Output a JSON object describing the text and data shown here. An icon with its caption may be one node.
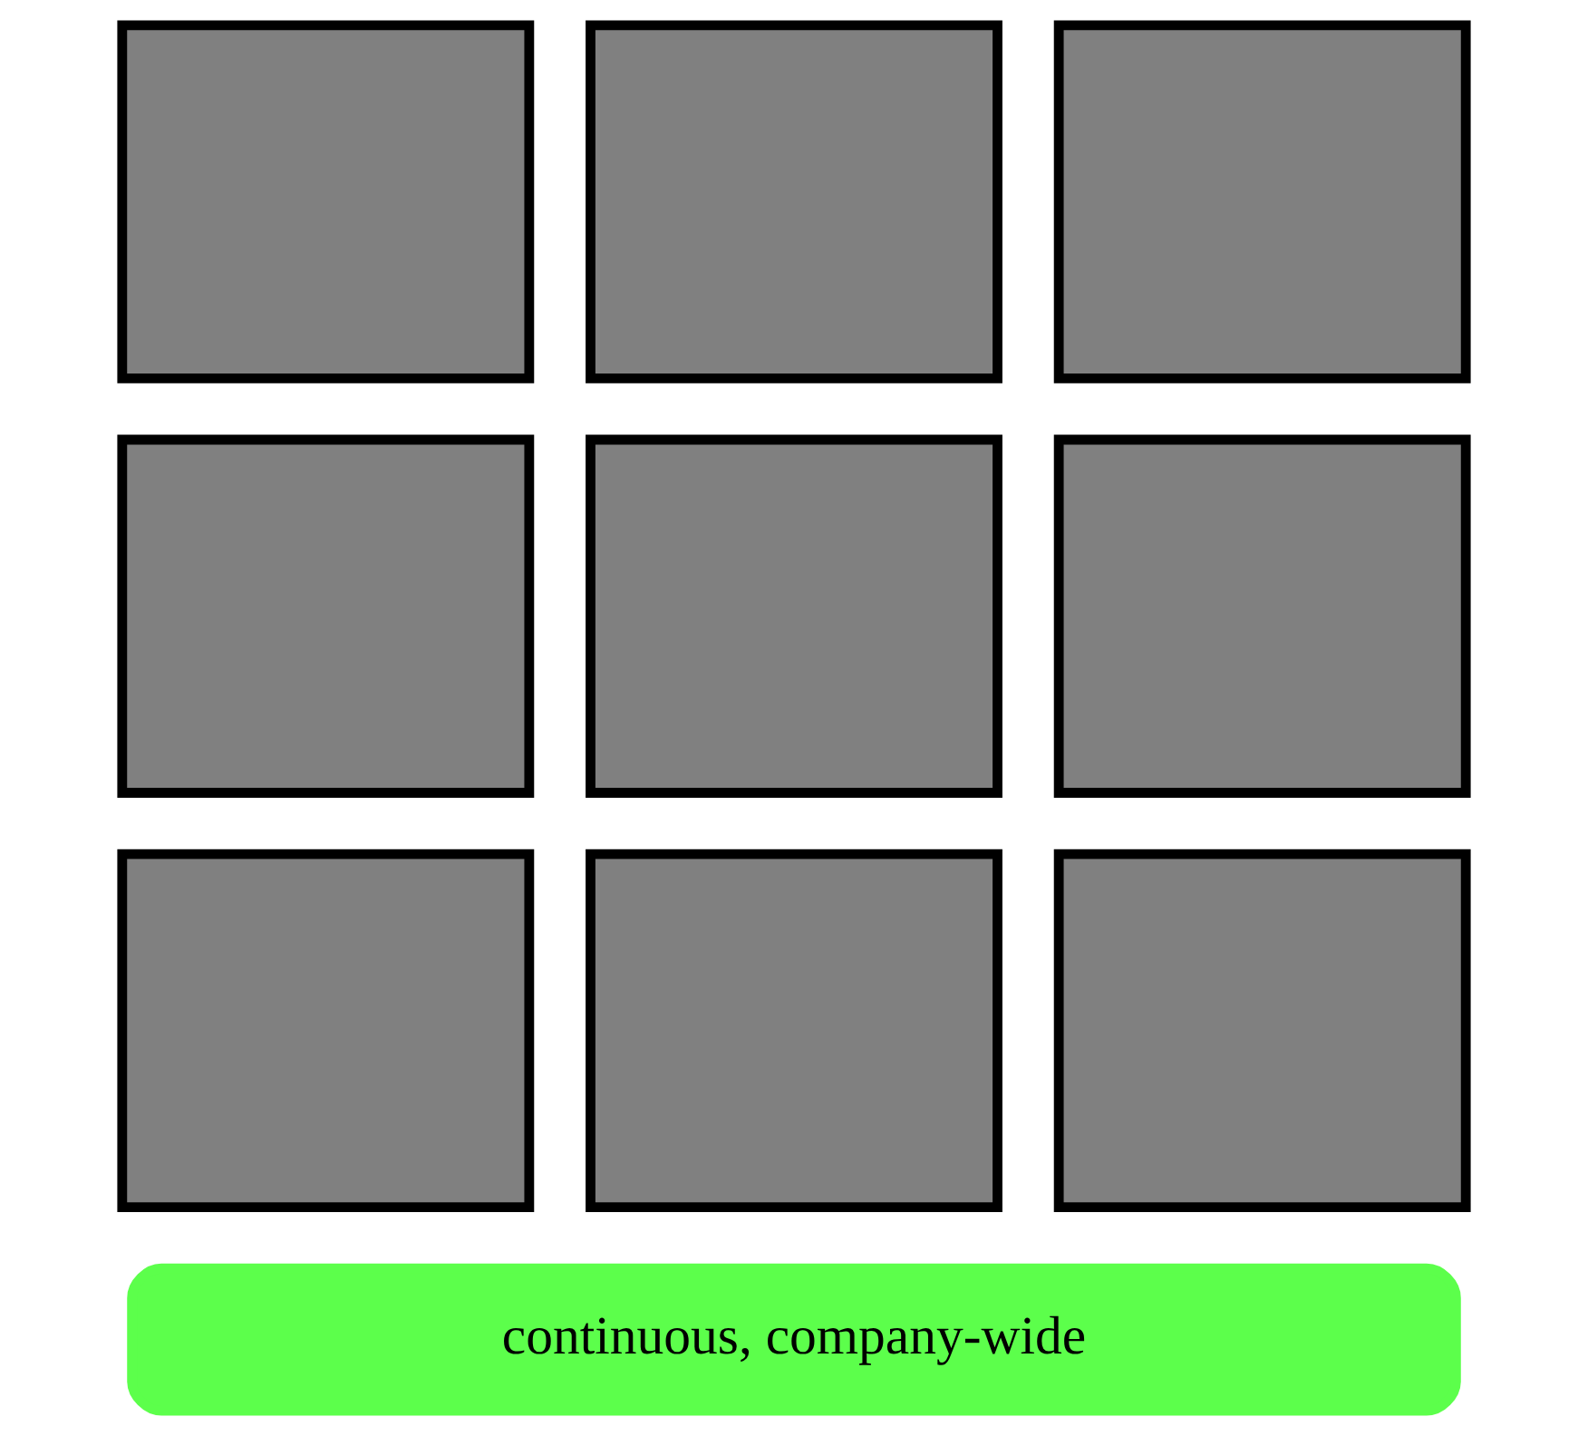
{
  "diagram": {
    "nodes": [
      {
        "text": [
          "continuous, company-wide"
        ]
      },
      {
        "text": [],
        "shape": "box"
      },
      {
        "text": [],
        "shape": "box"
      },
      {
        "text": [],
        "shape": "box"
      },
      {
        "text": [],
        "shape": "box"
      },
      {
        "text": [],
        "shape": "box"
      },
      {
        "text": [],
        "shape": "box"
      },
      {
        "text": [],
        "shape": "box"
      },
      {
        "text": [],
        "shape": "box"
      },
      {
        "text": [],
        "shape": "box"
      }
    ]
  }
}
